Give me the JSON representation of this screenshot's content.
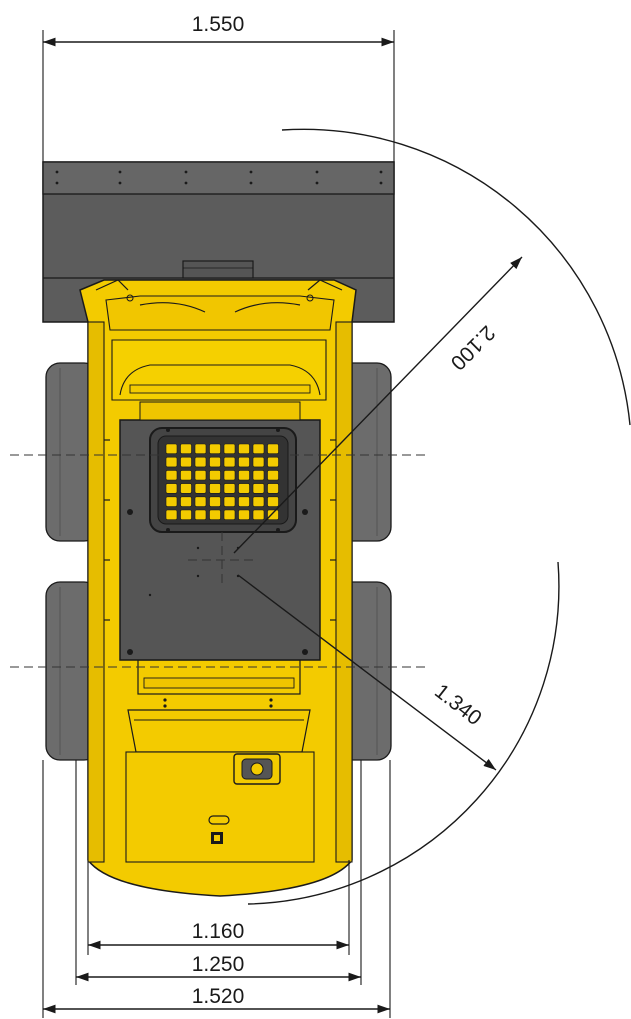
{
  "dimensions": {
    "bucket_width": "1.550",
    "swing_radius_front": "2.100",
    "swing_radius_rear": "1.340",
    "track_inner": "1.160",
    "track_middle": "1.250",
    "overall_width": "1.520"
  },
  "colors": {
    "machine_yellow": "#f3cb00",
    "machine_yellow_shade": "#d9a900",
    "tire_gray": "#6c6c6c",
    "bucket_gray": "#5c5c5c",
    "deck_gray": "#555555",
    "outline": "#1a1a1a"
  }
}
